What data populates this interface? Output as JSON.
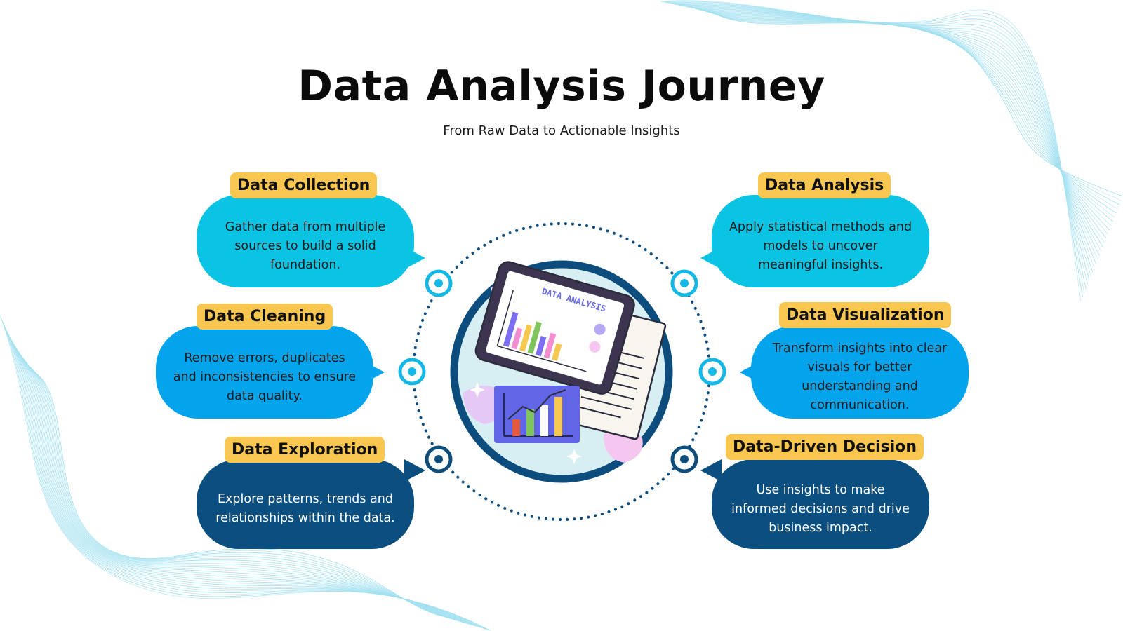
{
  "title": "Data Analysis Journey",
  "subtitle": "From Raw Data to Actionable Insights",
  "colors": {
    "bubble_cyan": "#0bc3e3",
    "bubble_blue": "#04a4ec",
    "bubble_navy": "#0a4f7f",
    "label_yellow": "#f9c74f",
    "ring_navy": "#0c4d7d",
    "node_cyan": "#14b8e6"
  },
  "illustration": {
    "tablet_text": "DATA ANALYSIS"
  },
  "steps": [
    {
      "title": "Data Collection",
      "description": "Gather data from multiple sources to build a solid foundation."
    },
    {
      "title": "Data Cleaning",
      "description": "Remove errors, duplicates and inconsistencies to ensure data quality."
    },
    {
      "title": "Data Exploration",
      "description": "Explore patterns, trends and relationships within the data."
    },
    {
      "title": "Data Analysis",
      "description": "Apply statistical methods and models to uncover meaningful insights."
    },
    {
      "title": "Data Visualization",
      "description": "Transform insights into clear visuals for better understanding and communication."
    },
    {
      "title": "Data-Driven Decision",
      "description": "Use insights to make informed decisions and drive business impact."
    }
  ]
}
